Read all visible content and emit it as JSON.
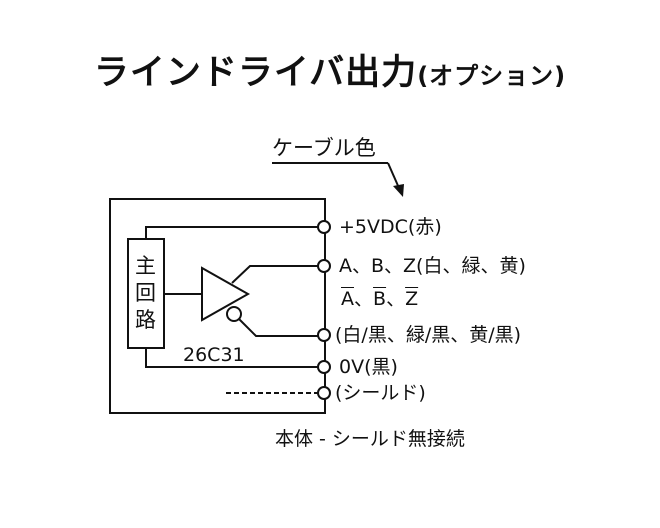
{
  "title": {
    "main": "ラインドライバ出力",
    "sub": "(オプション)"
  },
  "cable_color_label": "ケーブル色",
  "main_circuit_label": [
    "主",
    "回",
    "路"
  ],
  "ic_label": "26C31",
  "terminals": [
    {
      "label": "+5VDC(赤)"
    },
    {
      "label": "A、B、Z(白、緑、黄)"
    },
    {
      "label_parts": [
        "A",
        "、",
        "B",
        "、",
        "Z"
      ]
    },
    {
      "label": "(白/黒、緑/黒、黄/黒)"
    },
    {
      "label": "0V(黒)"
    },
    {
      "label": "(シールド)"
    }
  ],
  "note": "本体 - シールド無接続"
}
